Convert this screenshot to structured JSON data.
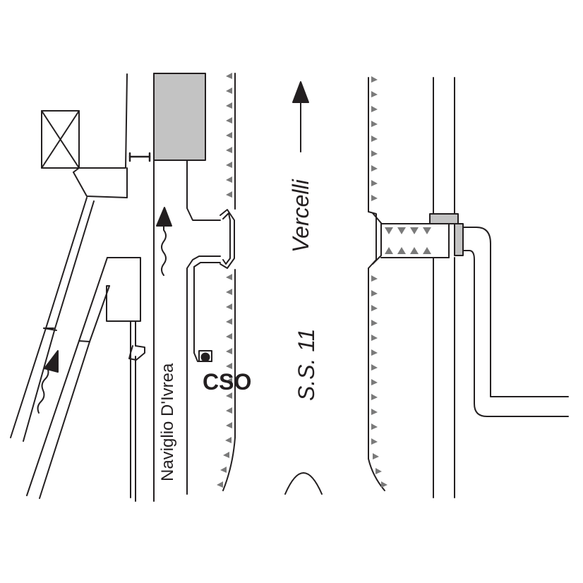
{
  "labels": {
    "canal": "Naviglio D'Ivrea",
    "outfall": "CSO",
    "road": "S.S. 11",
    "direction": "Vercelli"
  },
  "colors": {
    "line": "#231f20",
    "fill_gray": "#c3c3c3",
    "teeth": "#7a7a7a"
  },
  "icons": [
    "flow-arrow-icon",
    "direction-arrow-icon",
    "sluice-gate-icon",
    "outfall-point-icon"
  ]
}
